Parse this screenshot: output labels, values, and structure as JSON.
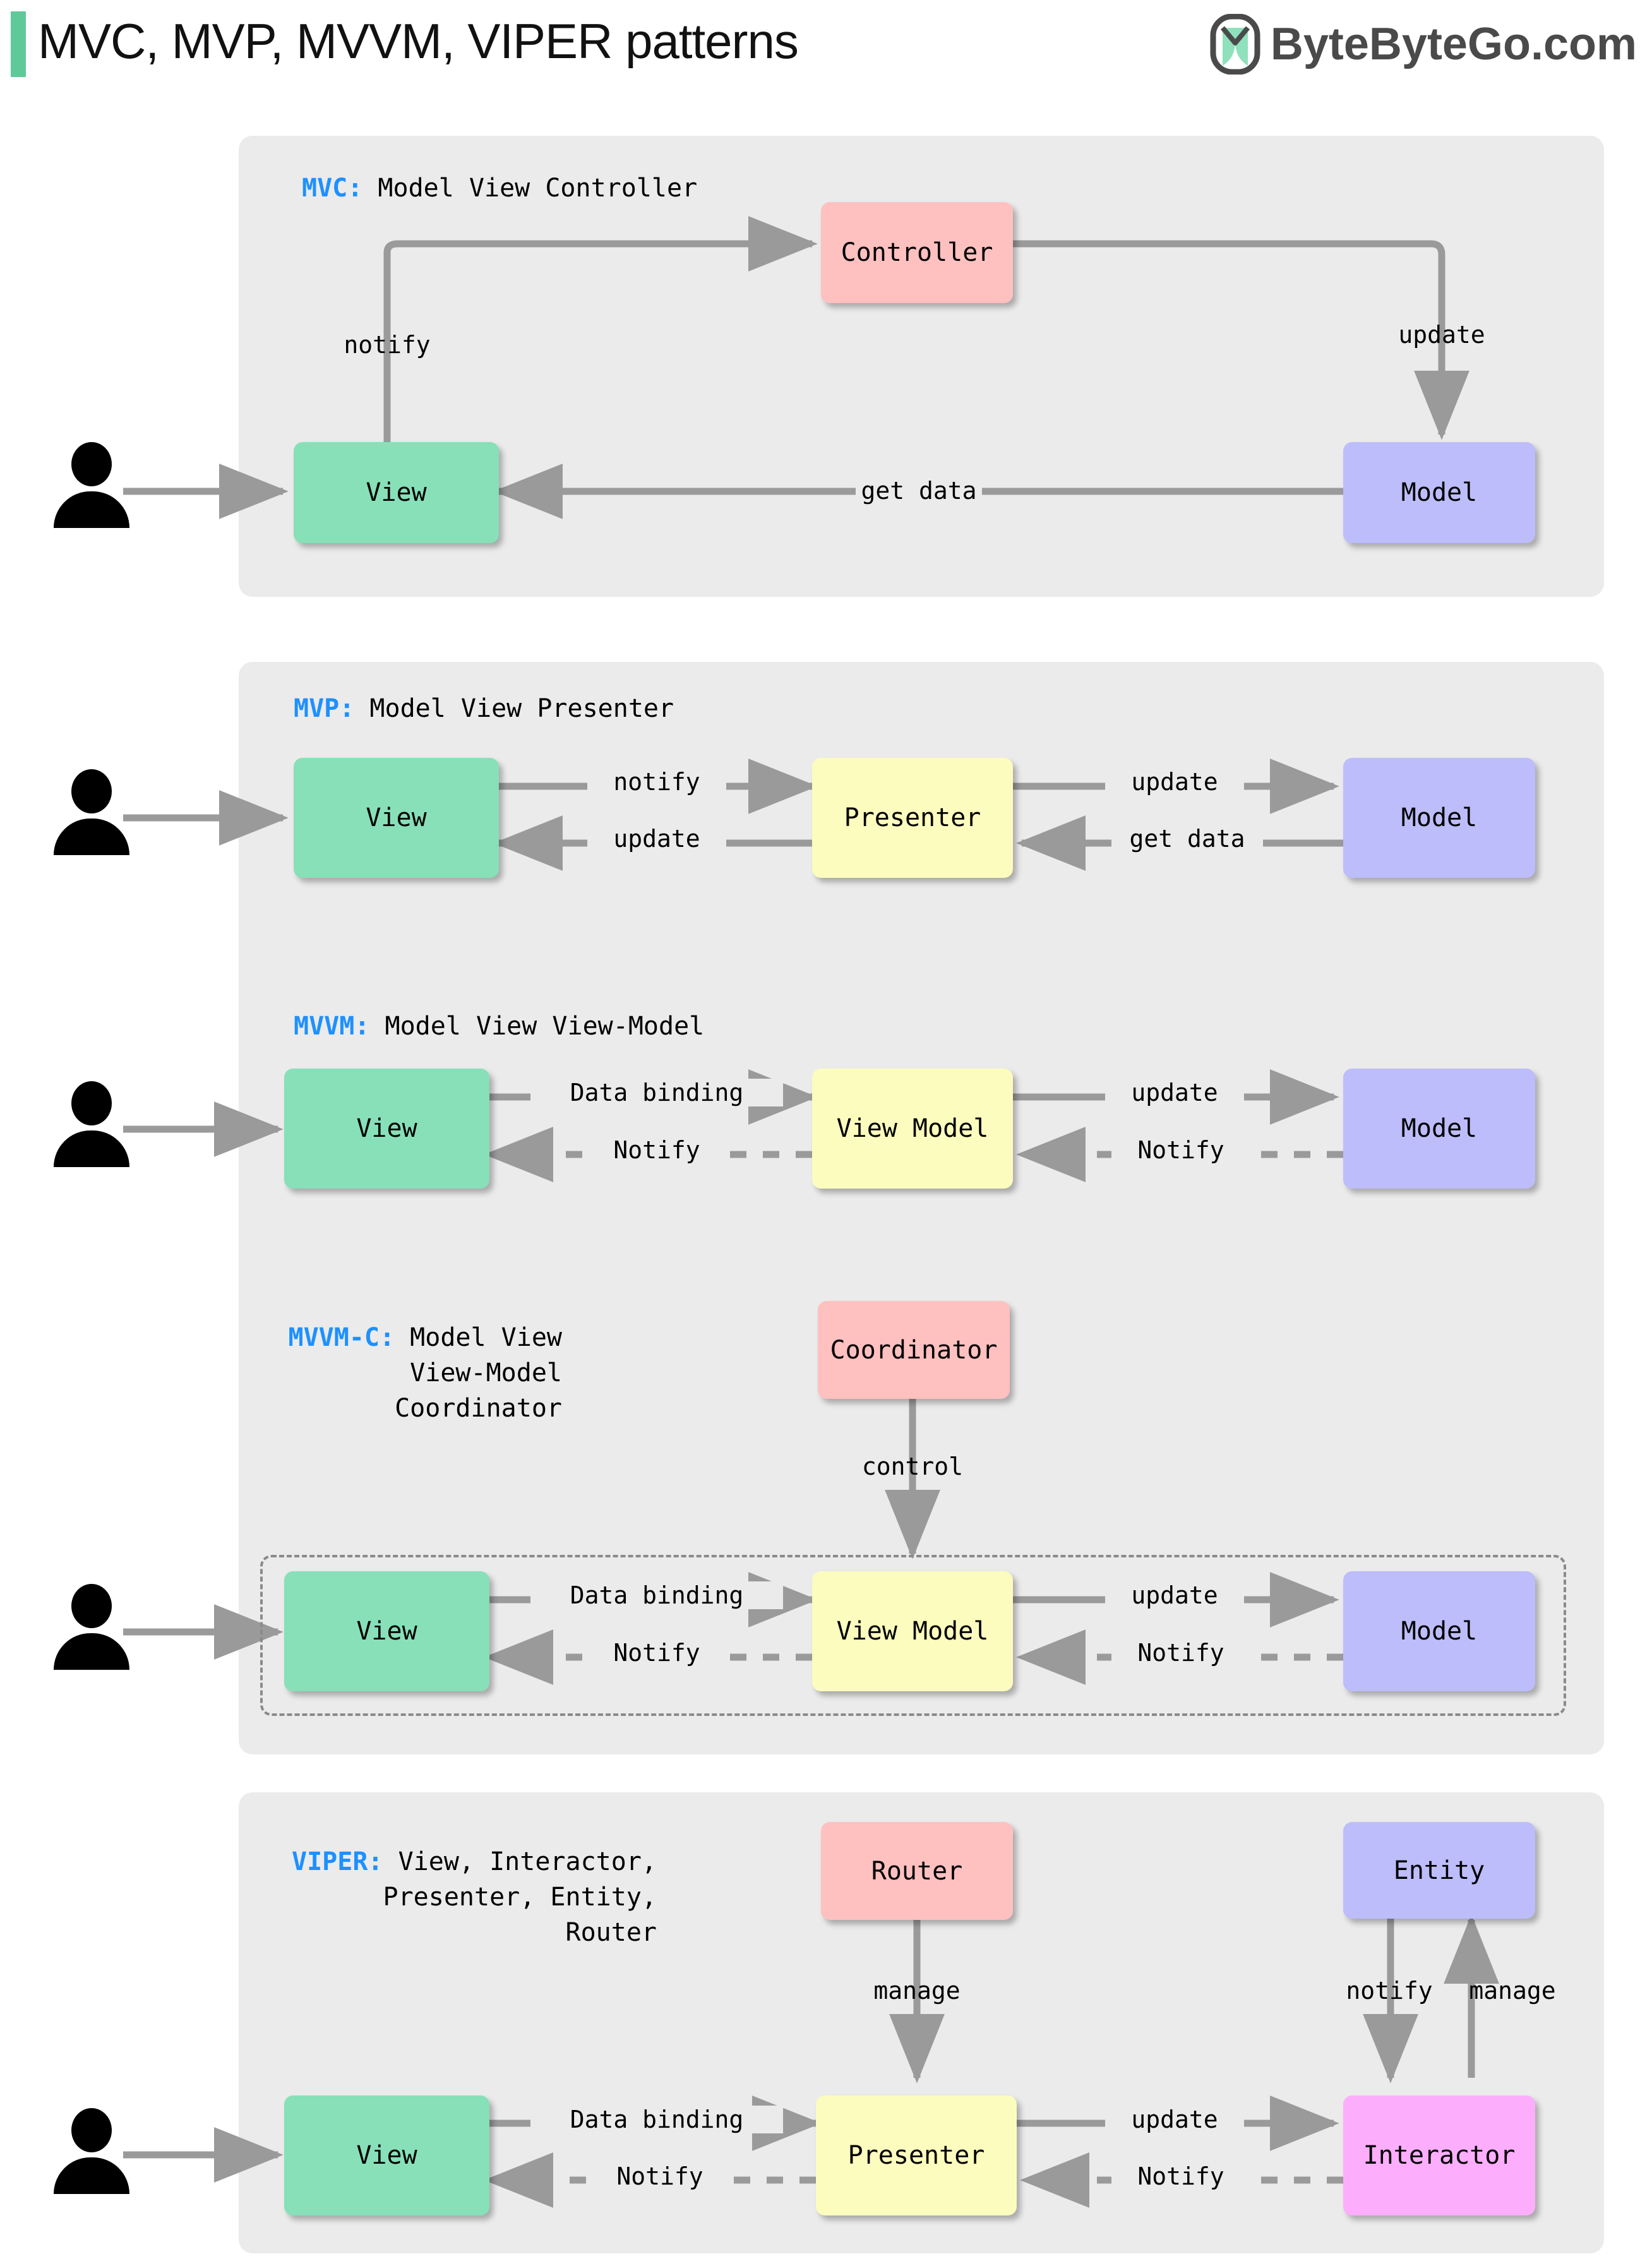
{
  "header": {
    "title": "MVC, MVP, MVVM, VIPER patterns",
    "brand": "ByteByteGo.com",
    "logo_icon": "bytebytego-logo-icon",
    "accent_color": "#5FC99A"
  },
  "colors": {
    "panel": "#ebebeb",
    "view": "#87E0B8",
    "model": "#BDBDFB",
    "controller": "#FFC0C0",
    "presenter": "#FCFCBE",
    "interactor": "#FCAEFC",
    "arrow": "#9a9a9a",
    "tag": "#1E90FF"
  },
  "sections": [
    {
      "id": "mvc",
      "tag": "MVC:",
      "title": "Model View Controller",
      "nodes": [
        {
          "id": "view",
          "label": "View"
        },
        {
          "id": "controller",
          "label": "Controller"
        },
        {
          "id": "model",
          "label": "Model"
        }
      ],
      "edges": [
        {
          "from": "view",
          "to": "controller",
          "label": "notify",
          "style": "solid"
        },
        {
          "from": "controller",
          "to": "model",
          "label": "update",
          "style": "solid"
        },
        {
          "from": "model",
          "to": "view",
          "label": "get data",
          "style": "solid"
        }
      ]
    },
    {
      "id": "mvp",
      "tag": "MVP:",
      "title": "Model View Presenter",
      "nodes": [
        {
          "id": "view",
          "label": "View"
        },
        {
          "id": "presenter",
          "label": "Presenter"
        },
        {
          "id": "model",
          "label": "Model"
        }
      ],
      "edges": [
        {
          "from": "view",
          "to": "presenter",
          "label": "notify",
          "style": "solid"
        },
        {
          "from": "presenter",
          "to": "model",
          "label": "update",
          "style": "solid"
        },
        {
          "from": "model",
          "to": "presenter",
          "label": "get data",
          "style": "solid"
        },
        {
          "from": "presenter",
          "to": "view",
          "label": "update",
          "style": "solid"
        }
      ]
    },
    {
      "id": "mvvm",
      "tag": "MVVM:",
      "title": "Model View View-Model",
      "nodes": [
        {
          "id": "view",
          "label": "View"
        },
        {
          "id": "viewmodel",
          "label": "View Model"
        },
        {
          "id": "model",
          "label": "Model"
        }
      ],
      "edges": [
        {
          "from": "view",
          "to": "viewmodel",
          "label": "Data binding",
          "style": "solid"
        },
        {
          "from": "viewmodel",
          "to": "model",
          "label": "update",
          "style": "solid"
        },
        {
          "from": "model",
          "to": "viewmodel",
          "label": "Notify",
          "style": "dashed"
        },
        {
          "from": "viewmodel",
          "to": "view",
          "label": "Notify",
          "style": "dashed"
        }
      ]
    },
    {
      "id": "mvvmc",
      "tag": "MVVM-C:",
      "title_lines": [
        "Model View",
        "View-Model",
        "Coordinator"
      ],
      "nodes": [
        {
          "id": "coordinator",
          "label": "Coordinator"
        },
        {
          "id": "view",
          "label": "View"
        },
        {
          "id": "viewmodel",
          "label": "View Model"
        },
        {
          "id": "model",
          "label": "Model"
        }
      ],
      "edges": [
        {
          "from": "coordinator",
          "to": "group",
          "label": "control",
          "style": "solid"
        },
        {
          "from": "view",
          "to": "viewmodel",
          "label": "Data binding",
          "style": "solid"
        },
        {
          "from": "viewmodel",
          "to": "model",
          "label": "update",
          "style": "solid"
        },
        {
          "from": "model",
          "to": "viewmodel",
          "label": "Notify",
          "style": "dashed"
        },
        {
          "from": "viewmodel",
          "to": "view",
          "label": "Notify",
          "style": "dashed"
        }
      ]
    },
    {
      "id": "viper",
      "tag": "VIPER:",
      "title_lines": [
        "View, Interactor,",
        "Presenter, Entity,",
        "Router"
      ],
      "nodes": [
        {
          "id": "router",
          "label": "Router"
        },
        {
          "id": "entity",
          "label": "Entity"
        },
        {
          "id": "view",
          "label": "View"
        },
        {
          "id": "presenter",
          "label": "Presenter"
        },
        {
          "id": "interactor",
          "label": "Interactor"
        }
      ],
      "edges": [
        {
          "from": "router",
          "to": "presenter",
          "label": "manage",
          "style": "solid"
        },
        {
          "from": "entity",
          "to": "interactor",
          "label": "notify",
          "style": "solid"
        },
        {
          "from": "interactor",
          "to": "entity",
          "label": "manage",
          "style": "solid"
        },
        {
          "from": "view",
          "to": "presenter",
          "label": "Data binding",
          "style": "solid"
        },
        {
          "from": "presenter",
          "to": "interactor",
          "label": "update",
          "style": "solid"
        },
        {
          "from": "interactor",
          "to": "presenter",
          "label": "Notify",
          "style": "dashed"
        },
        {
          "from": "presenter",
          "to": "view",
          "label": "Notify",
          "style": "dashed"
        }
      ]
    }
  ],
  "actor_icon": "user-person-icon"
}
